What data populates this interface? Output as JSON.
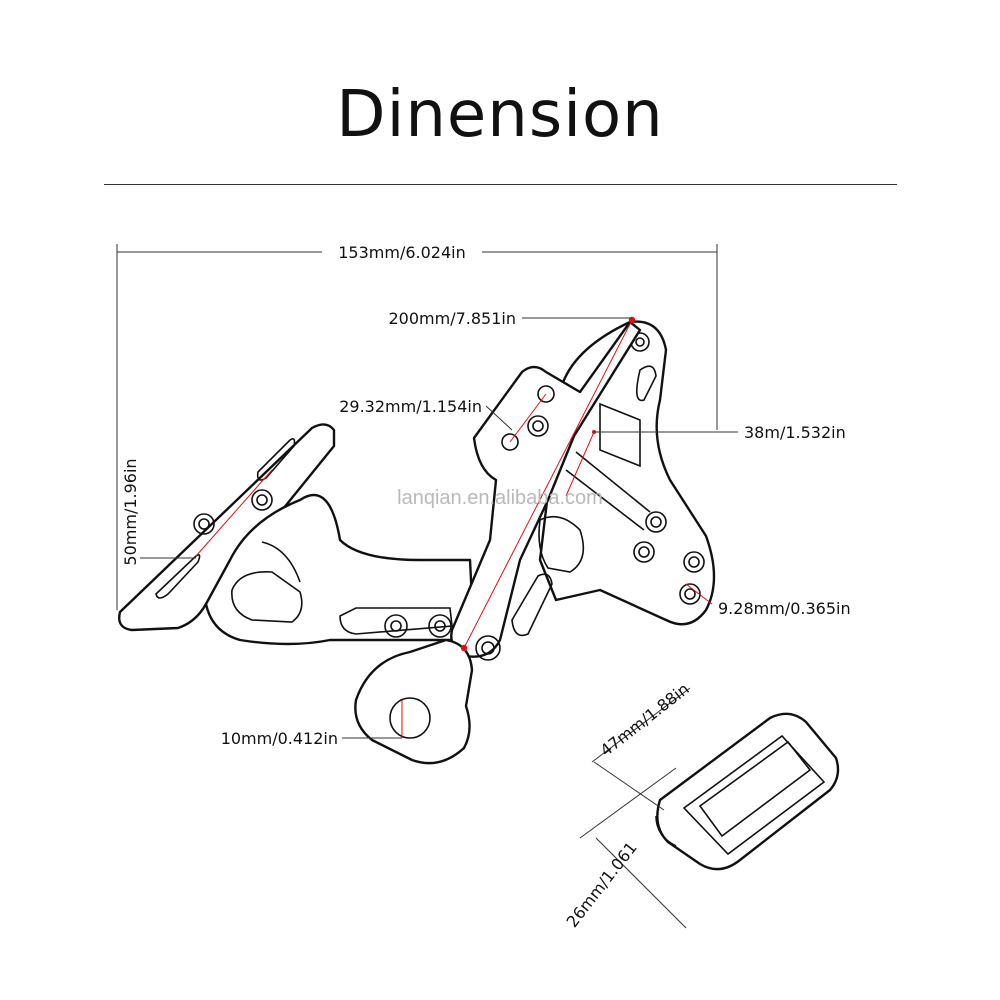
{
  "title": "Dinension",
  "watermark": "lanqian.en.alibaba.com",
  "labels": {
    "overall_width": "153mm/6.024in",
    "diagonal_length": "200mm/7.851in",
    "hole_spacing": "29.32mm/1.154in",
    "slot_width": "38m/1.532in",
    "plate_height": "50mm/1.96in",
    "small_hole": "9.28mm/0.365in",
    "clamp_hole": "10mm/0.412in",
    "light_length": "47mm/1.88in",
    "light_width": "26mm/1.061"
  },
  "colors": {
    "line": "#111111",
    "dimension_red": "#dd1111",
    "watermark": "#b9b9b9"
  }
}
